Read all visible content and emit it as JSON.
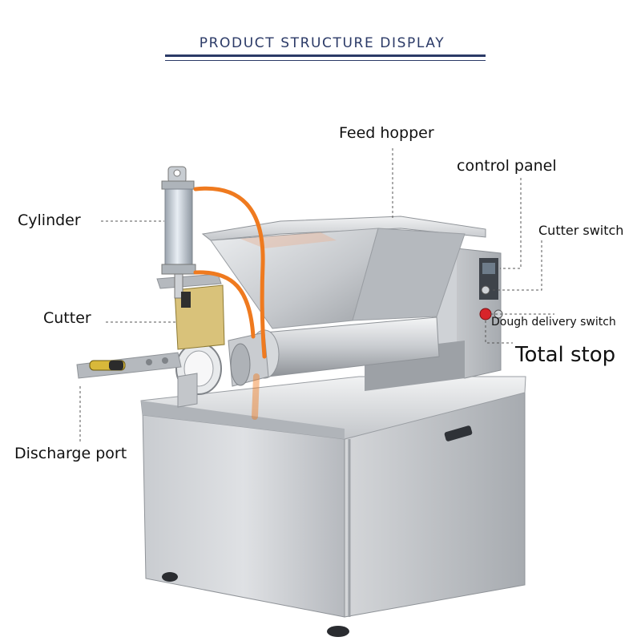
{
  "header": {
    "title": "PRODUCT STRUCTURE DISPLAY"
  },
  "labels": {
    "feed_hopper": "Feed hopper",
    "control_panel": "control panel",
    "cylinder": "Cylinder",
    "cutter_switch": "Cutter switch",
    "cutter": "Cutter",
    "dough_delivery_switch": "Dough delivery switch",
    "total_stop": "Total stop",
    "discharge_port": "Discharge port"
  },
  "colors": {
    "title": "#2b3a67",
    "steel_light": "#e4e6e9",
    "steel_mid": "#b9bcc1",
    "steel_dark": "#8f9398",
    "hose": "#ef7a1f",
    "cutter_plate": "#d9c27a",
    "stop_button": "#d8242a"
  }
}
